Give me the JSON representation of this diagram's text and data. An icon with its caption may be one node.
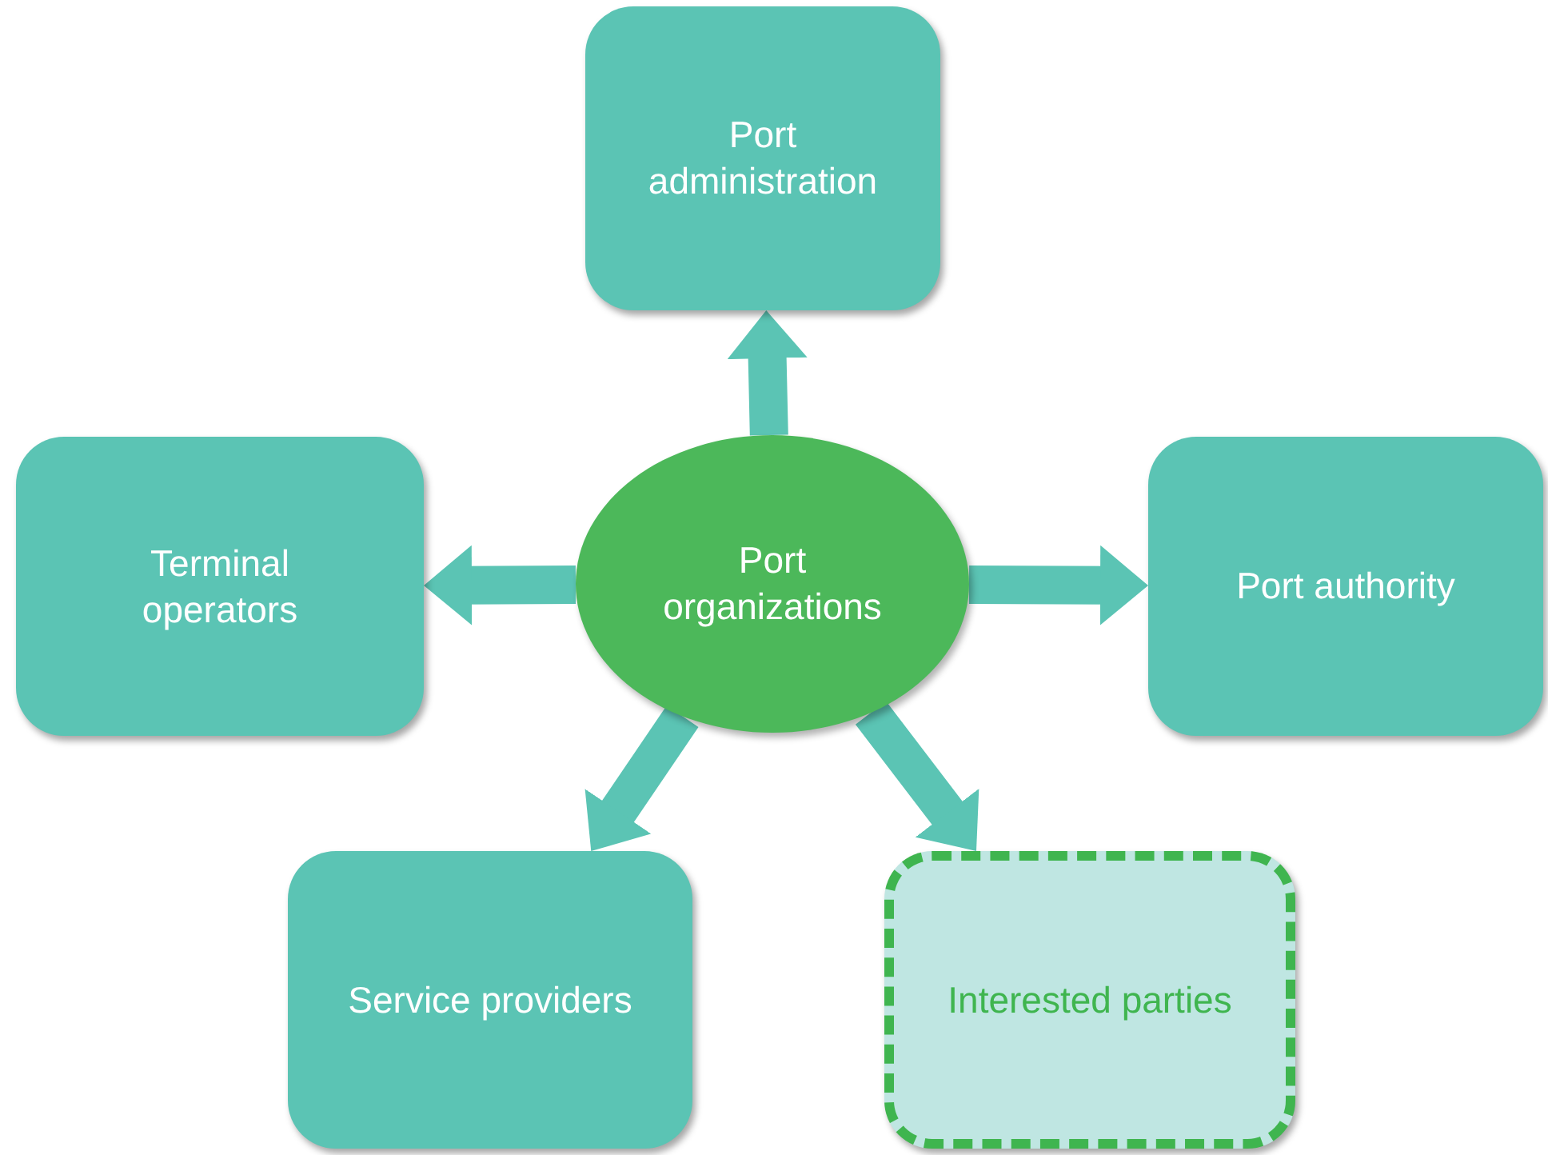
{
  "diagram": {
    "nodes": [
      {
        "text": [
          "Port administration"
        ]
      },
      {
        "text": [
          "Terminal operators"
        ]
      },
      {
        "text": [
          "Port organizations"
        ]
      },
      {
        "text": [
          "Port authority"
        ]
      },
      {
        "text": [
          "Service providers"
        ]
      },
      {
        "text": [
          "Interested parties"
        ]
      }
    ],
    "edges": [
      {
        "from": 2,
        "to": 0,
        "arrow": "to"
      },
      {
        "from": 2,
        "to": 1,
        "arrow": "to"
      },
      {
        "from": 2,
        "to": 3,
        "arrow": "to"
      },
      {
        "from": 2,
        "to": 4,
        "arrow": "to"
      },
      {
        "from": 2,
        "to": 5,
        "arrow": "to"
      }
    ]
  }
}
